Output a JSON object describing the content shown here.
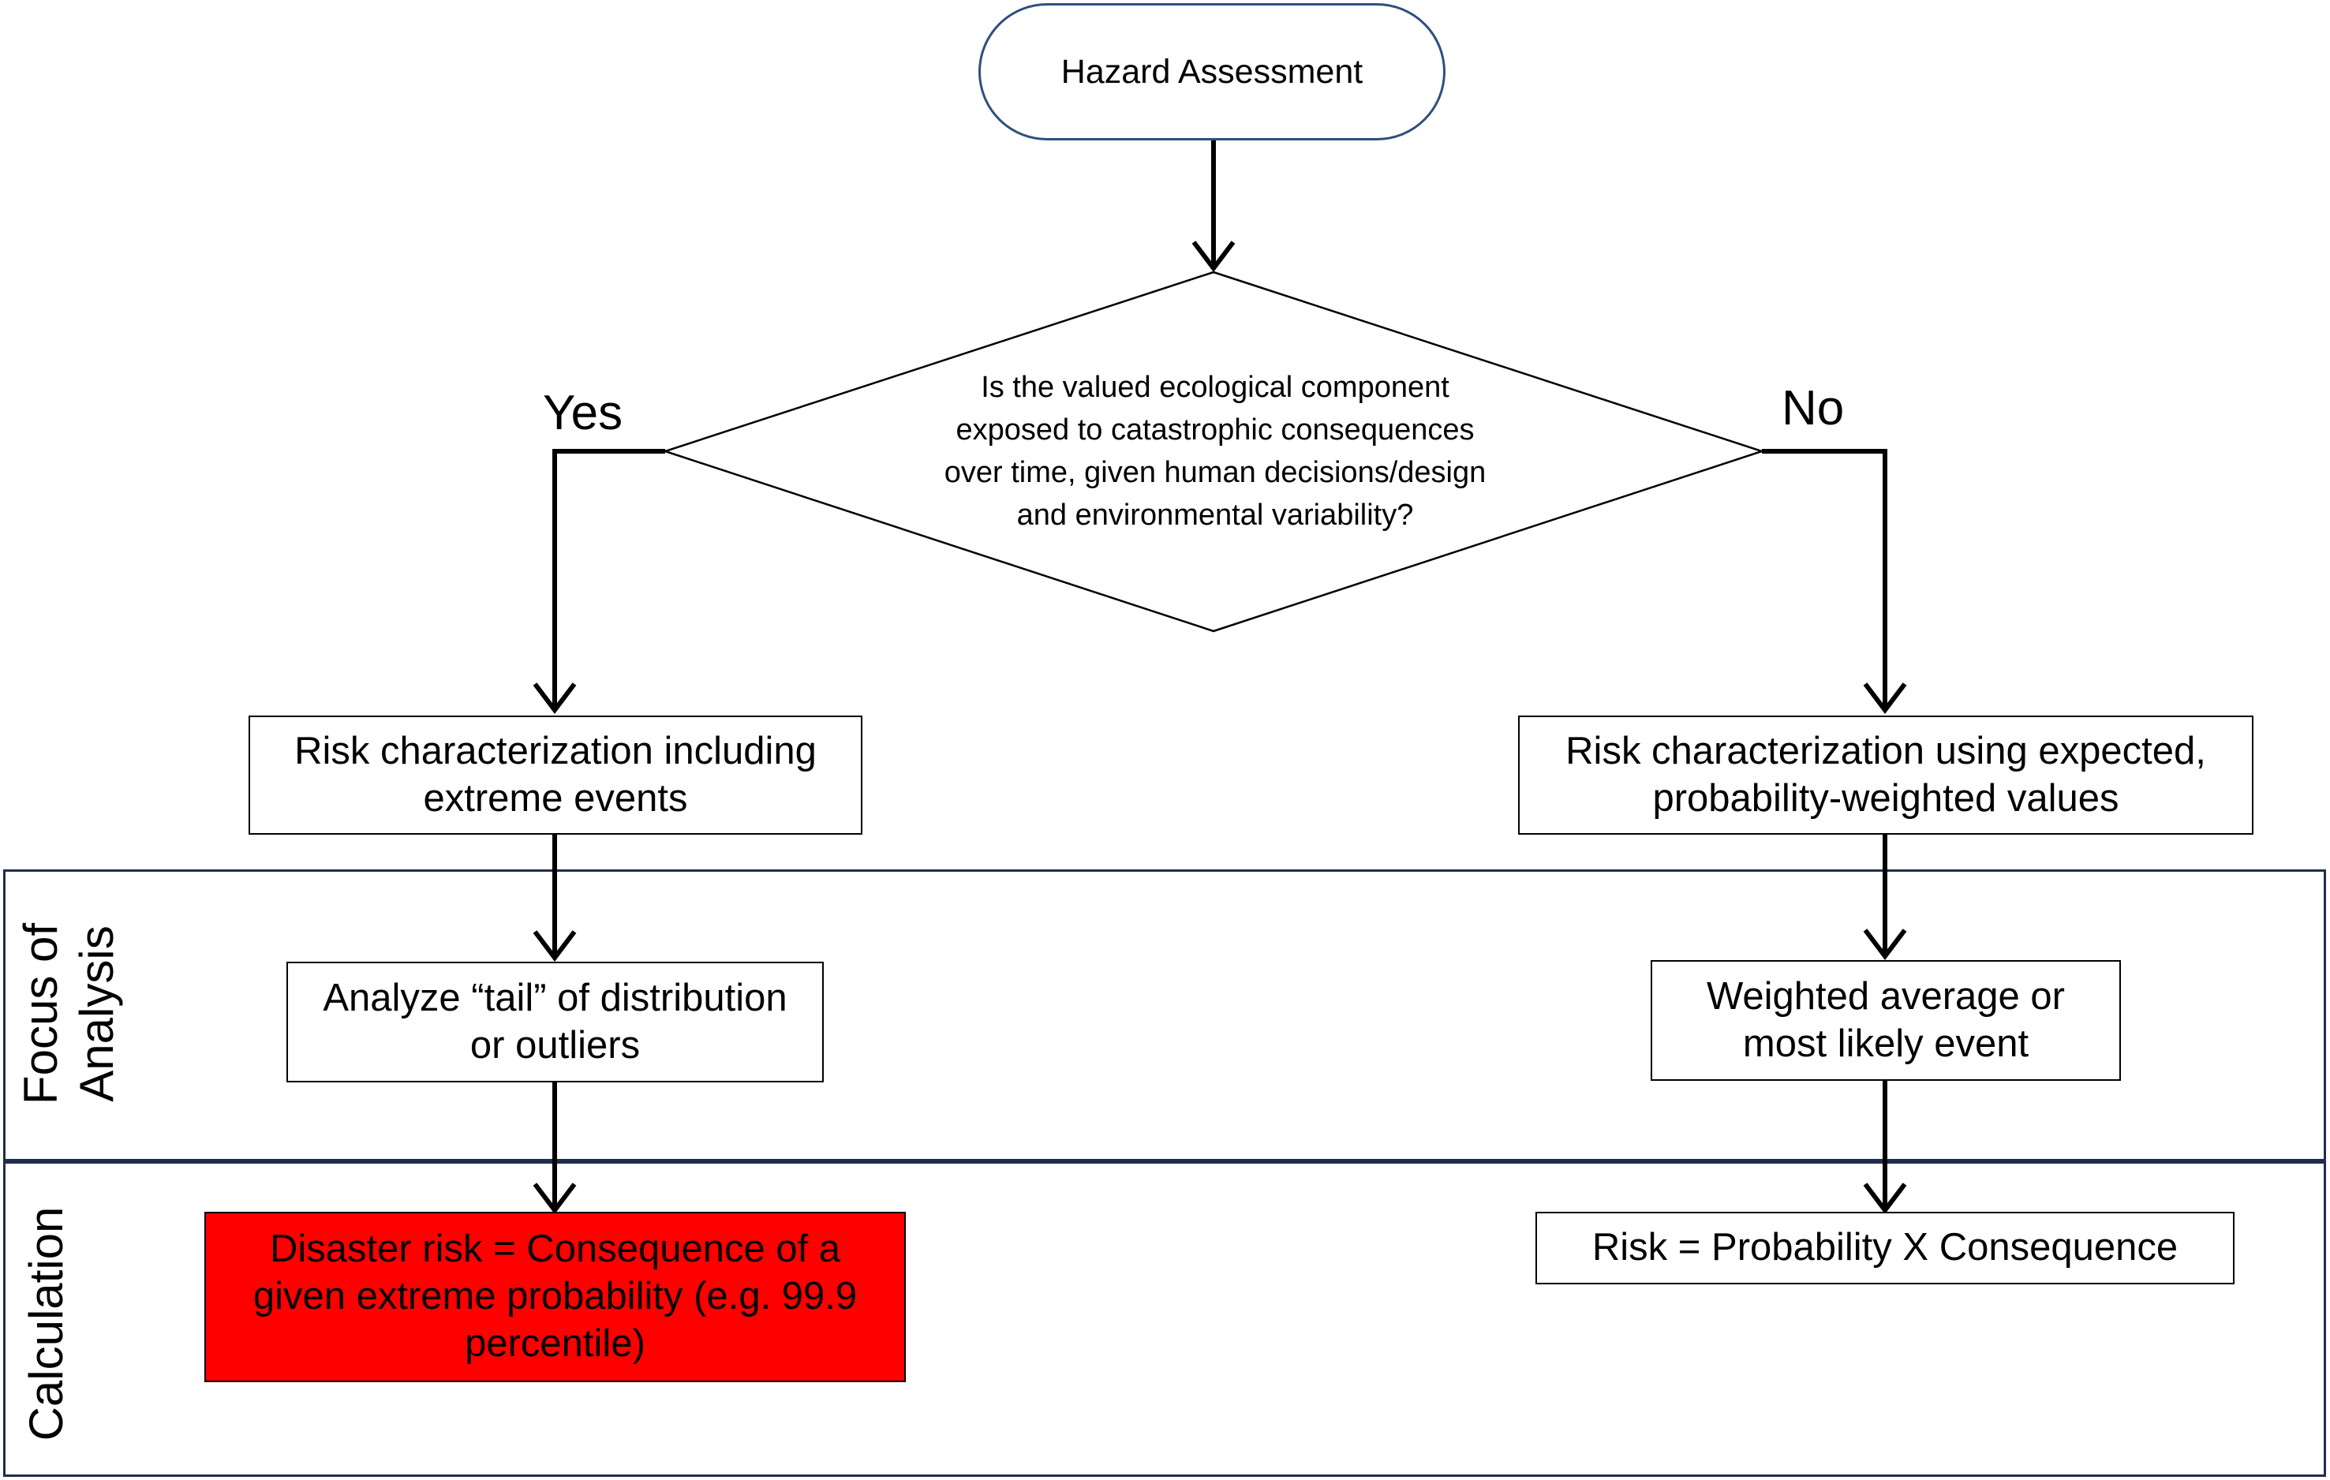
{
  "start": {
    "label": "Hazard Assessment"
  },
  "decision": {
    "question": "Is the valued ecological component exposed to catastrophic consequences over time, given human decisions/design and environmental variability?"
  },
  "branches": {
    "yes": "Yes",
    "no": "No"
  },
  "left": {
    "characterization": "Risk characterization including extreme events",
    "analysis": "Analyze “tail” of distribution or outliers",
    "calculation": "Disaster risk = Consequence of a given extreme probability (e.g. 99.9 percentile)"
  },
  "right": {
    "characterization": "Risk characterization using expected, probability-weighted values",
    "analysis": "Weighted average  or most likely event",
    "calculation": "Risk = Probability X Consequence"
  },
  "bands": {
    "focus": "Focus of Analysis",
    "calculation": "Calculation"
  },
  "colors": {
    "highlight": "#ff0000",
    "terminal_border": "#2f4f7e",
    "band_border": "#1f2d4d"
  }
}
